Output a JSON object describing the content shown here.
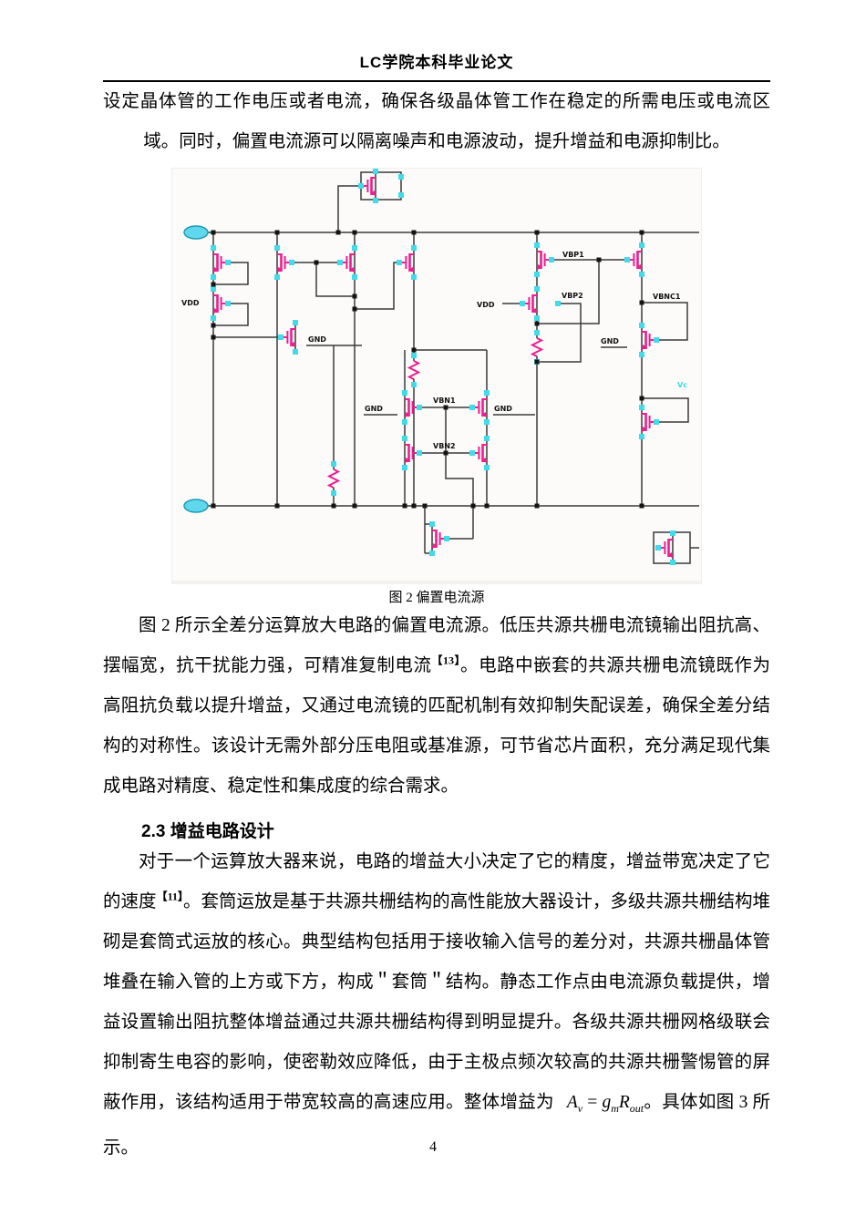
{
  "header": {
    "title": "LC学院本科毕业论文"
  },
  "paragraphs": {
    "p1": "设定晶体管的工作电压或者电流，确保各级晶体管工作在稳定的所需电压或电流区域。同时，偏置电流源可以隔离噪声和电源波动，提升增益和电源抑制比。",
    "p2_part1": "图 2 所示全差分运算放大电路的偏置电流源。低压共源共栅电流镜输出阻抗高、摆幅宽，抗干扰能力强，可精准复制电流",
    "p2_sup": "【13】",
    "p2_part2": "。电路中嵌套的共源共栅电流镜既作为高阻抗负载以提升增益，又通过电流镜的匹配机制有效抑制失配误差，确保全差分结构的对称性。该设计无需外部分压电阻或基准源，可节省芯片面积，充分满足现代集成电路对精度、稳定性和集成度的综合需求。",
    "p3_part1": "对于一个运算放大器来说，电路的增益大小决定了它的精度，增益带宽决定了它的速度",
    "p3_sup": "【11】",
    "p3_part2": "。套筒运放是基于共源共栅结构的高性能放大器设计，多级共源共栅结构堆砌是套筒式运放的核心。典型结构包括用于接收输入信号的差分对，共源共栅晶体管堆叠在输入管的上方或下方，构成＂套筒＂结构。静态工作点由电流源负载提供，增益设置输出阻抗整体增益通过共源共栅结构得到明显提升。各级共源共栅网格级联会抑制寄生电容的影响，使密勒效应降低，由于主极点频次较高的共源共栅警惕管的屏蔽作用，该结构适用于带宽较高的高速应用。整体增益为",
    "p3_formula": {
      "A": "A",
      "v": "v",
      "eq": " = ",
      "g": "g",
      "m": "m",
      "R": "R",
      "out": "out"
    },
    "p3_tail": "。具体如图 3 所示。"
  },
  "section": {
    "heading": "2.3 增益电路设计"
  },
  "figure": {
    "caption": "图 2 偏置电流源",
    "labels": {
      "vdd": "VDD",
      "gnd": "GND",
      "vbp1": "VBP1",
      "vbp2": "VBP2",
      "vbnc1": "VBNC1",
      "vbn1": "VBN1",
      "vbn2": "VBN2",
      "vc": "Vc"
    },
    "colors": {
      "transistor_pink": "#ed1e90",
      "terminal_cyan": "#41dbeb",
      "wire_dark": "#3a3a3a",
      "label_black": "#111111"
    }
  },
  "page": {
    "number": "4"
  }
}
